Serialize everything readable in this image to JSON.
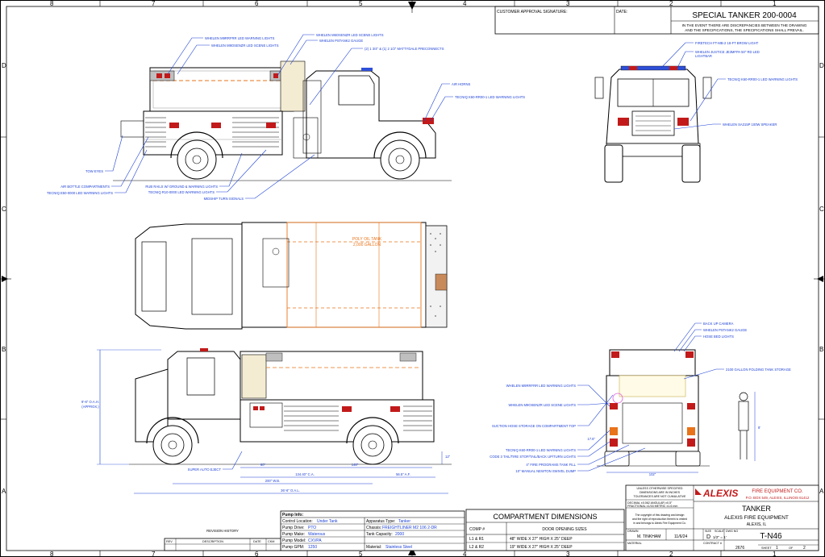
{
  "grid": {
    "columns": [
      "8",
      "7",
      "6",
      "5",
      "4",
      "3",
      "2",
      "1"
    ],
    "rows": [
      "D",
      "C",
      "B",
      "A"
    ]
  },
  "header": {
    "approval_label": "CUSTOMER APPROVAL SIGNATURE:",
    "date_label": "DATE:",
    "title": "SPECIAL TANKER 200-0004",
    "notice_line1": "IN THE EVENT THERE ARE DISCREPANCIES BETWEEN THE DRAWING",
    "notice_line2": "AND THE SPECIFICATIONS, THE SPECIFICATIONS SHALL PREVAIL."
  },
  "side_view_callouts": {
    "whelen_m9": "WHELEN M9RRFRR LED WARNING LIGHTS",
    "whelen_m9_scene": "WHELEN M9OSENZR LED SCENE LIGHTS",
    "whelen_m6_scene": "WHELEN M6OSENZR LED SCENE LIGHTS",
    "whelen_gauge": "WHELEN PSTANK2 GAUGE",
    "preconnects": "(2) 1 3/4\" & (1) 2 1/2\" MATTYDALE PRECONNECTS",
    "air_horns": "AIR HORNS",
    "tecniq_k60": "TECNIQ K60-RR00-1 LED WARNING LIGHTS",
    "tow_eyes": "TOW EYES",
    "air_bottle": "AIR BOTTLE COMPARTMENTS",
    "tecniq_e50": "TECNIQ E50-0000 LED WARNING LIGHTS",
    "rub_rails": "RUB RAILS W/ GROUND & WARNING LIGHTS",
    "tecniq_r10": "TECNIQ R10-0000 LED WARNING LIGHTS",
    "midship": "MIDSHIP TURN SIGNALS"
  },
  "front_view_callouts": {
    "firetech": "FIRETECH FT-MB-2 18-FT BROW LIGHT",
    "justice_1": "WHELEN JUSTICE JE3MFPA 50\" RD LED",
    "justice_2": "LIGHTBAR",
    "tecniq_k60": "TECNIQ K60-RR00-1 LED WARNING LIGHTS",
    "speaker": "WHELEN SA315P 100W SPEAKER"
  },
  "top_view": {
    "tank_line1": "POLY OIL TANK",
    "tank_line2": "2,000 GALLON"
  },
  "rear_view_callouts": {
    "backup_camera": "BACK UP CAMERA",
    "gauge": "WHELEN PSTANK2 GAUGE",
    "hose_bed": "HOSE BED LIGHTS",
    "folding_tank": "2100 GALLON FOLDING TANK STORAGE",
    "m9_warning": "WHELEN M9RRFRR LED WARNING LIGHTS",
    "m9_scene": "WHELEN M9OSENZR LED SCENE LIGHTS",
    "suction": "SUCTION HOSE STORAGE ON COMPARTMENT TOP",
    "k60": "TECNIQ K60-RR00-1 LED WARNING LIGHTS",
    "code3": "CODE 3 TAIL/TIRE STOP/TAIL/BACK UP/TURN LIGHTS",
    "fill": "4\" FIRE PROGRAMS TANK FILL",
    "dump": "10\" MANUAL NEWTON SWIVEL DUMP"
  },
  "dimensions": {
    "oah": "9'-6\" O.A.H.",
    "approx": "(APPROX.)",
    "super_auto_eject": "SUPER AUTO EJECT",
    "d60": "60\"",
    "d148": "148\"",
    "ca": "134.40\" C.A.",
    "af": "56.5\" A.F.",
    "wb": "200\" W.B.",
    "oal": "36'-6\" O.A.L.",
    "d12": "12\"",
    "width": "102\"",
    "d17": "17.6\"",
    "d82": "8'"
  },
  "pump_info": {
    "title": "Pump Info:",
    "rows": [
      {
        "label": "Control Location:",
        "value": "Under Tank",
        "label2": "Apparatus Type:",
        "value2": "Tanker"
      },
      {
        "label": "Pump Drive:",
        "value": "PTO",
        "label2": "Chassis:",
        "value2": "FREIGHTLINER M2 106 2-DR"
      },
      {
        "label": "Pump Make:",
        "value": "Waterous",
        "label2": "Tank Capacity:",
        "value2": "2000"
      },
      {
        "label": "Pump Model:",
        "value": "CXVPA",
        "label2": "",
        "value2": ""
      },
      {
        "label": "Pump GPM:",
        "value": "1250",
        "label2": "Material:",
        "value2": "Stainless Steel"
      }
    ]
  },
  "revision": {
    "title": "REVISION HISTORY",
    "cols": [
      "REV",
      "DESCRIPTION",
      "DATE",
      "CKM"
    ]
  },
  "compartments": {
    "title": "COMPARTMENT DIMENSIONS",
    "col1": "COMP #",
    "col2": "DOOR OPENING SIZES",
    "rows": [
      {
        "comp": "L1 & R1",
        "size": "48\" WIDE X 27\" HIGH X 25\" DEEP"
      },
      {
        "comp": "L2 & R2",
        "size": "19\" WIDE X 27\" HIGH X 25\" DEEP"
      }
    ]
  },
  "title_block": {
    "unless1": "UNLESS OTHERWISE SPECIFIED",
    "unless2": "DIMENSIONS ARE IN INCHES",
    "unless3": "TOLERANCES ARE NOT CUMULATIVE",
    "decimal": "DECIMAL ±0.062   ANGULAR ±0.5°",
    "fractional": "FRACTIONAL ±1/16   METRIC ±1.6 mm",
    "copyright1": "The copyright of this drawing and design",
    "copyright2": "and the right of reproduction therein is vested",
    "copyright3": "in and belongs to Alexis Fire Equipment Co.",
    "logo": "ALEXIS",
    "company": "FIRE EQUIPMENT CO.",
    "address": "P.O. BOX 549, ALEXIS, ILLINOIS 61412",
    "drawing_title": "TANKER",
    "customer": "ALEXIS FIRE EQUIPMENT",
    "location": "ALEXIS, IL",
    "drawn_label": "DRAWN",
    "drawn_by": "M. TINKHAM",
    "date": "11/6/24",
    "size_label": "SIZE",
    "size": "D",
    "scale_label": "SCALE",
    "scale": "1/2\" = 1'",
    "dwg_label": "DWG NO",
    "dwg_no": "T-N46",
    "material_label": "MATERIAL",
    "contract_label": "CONTRACT #",
    "contract": "2676",
    "sheet_label": "SHEET",
    "sheet": "1",
    "of_label": "OF",
    "sheets": "2"
  }
}
